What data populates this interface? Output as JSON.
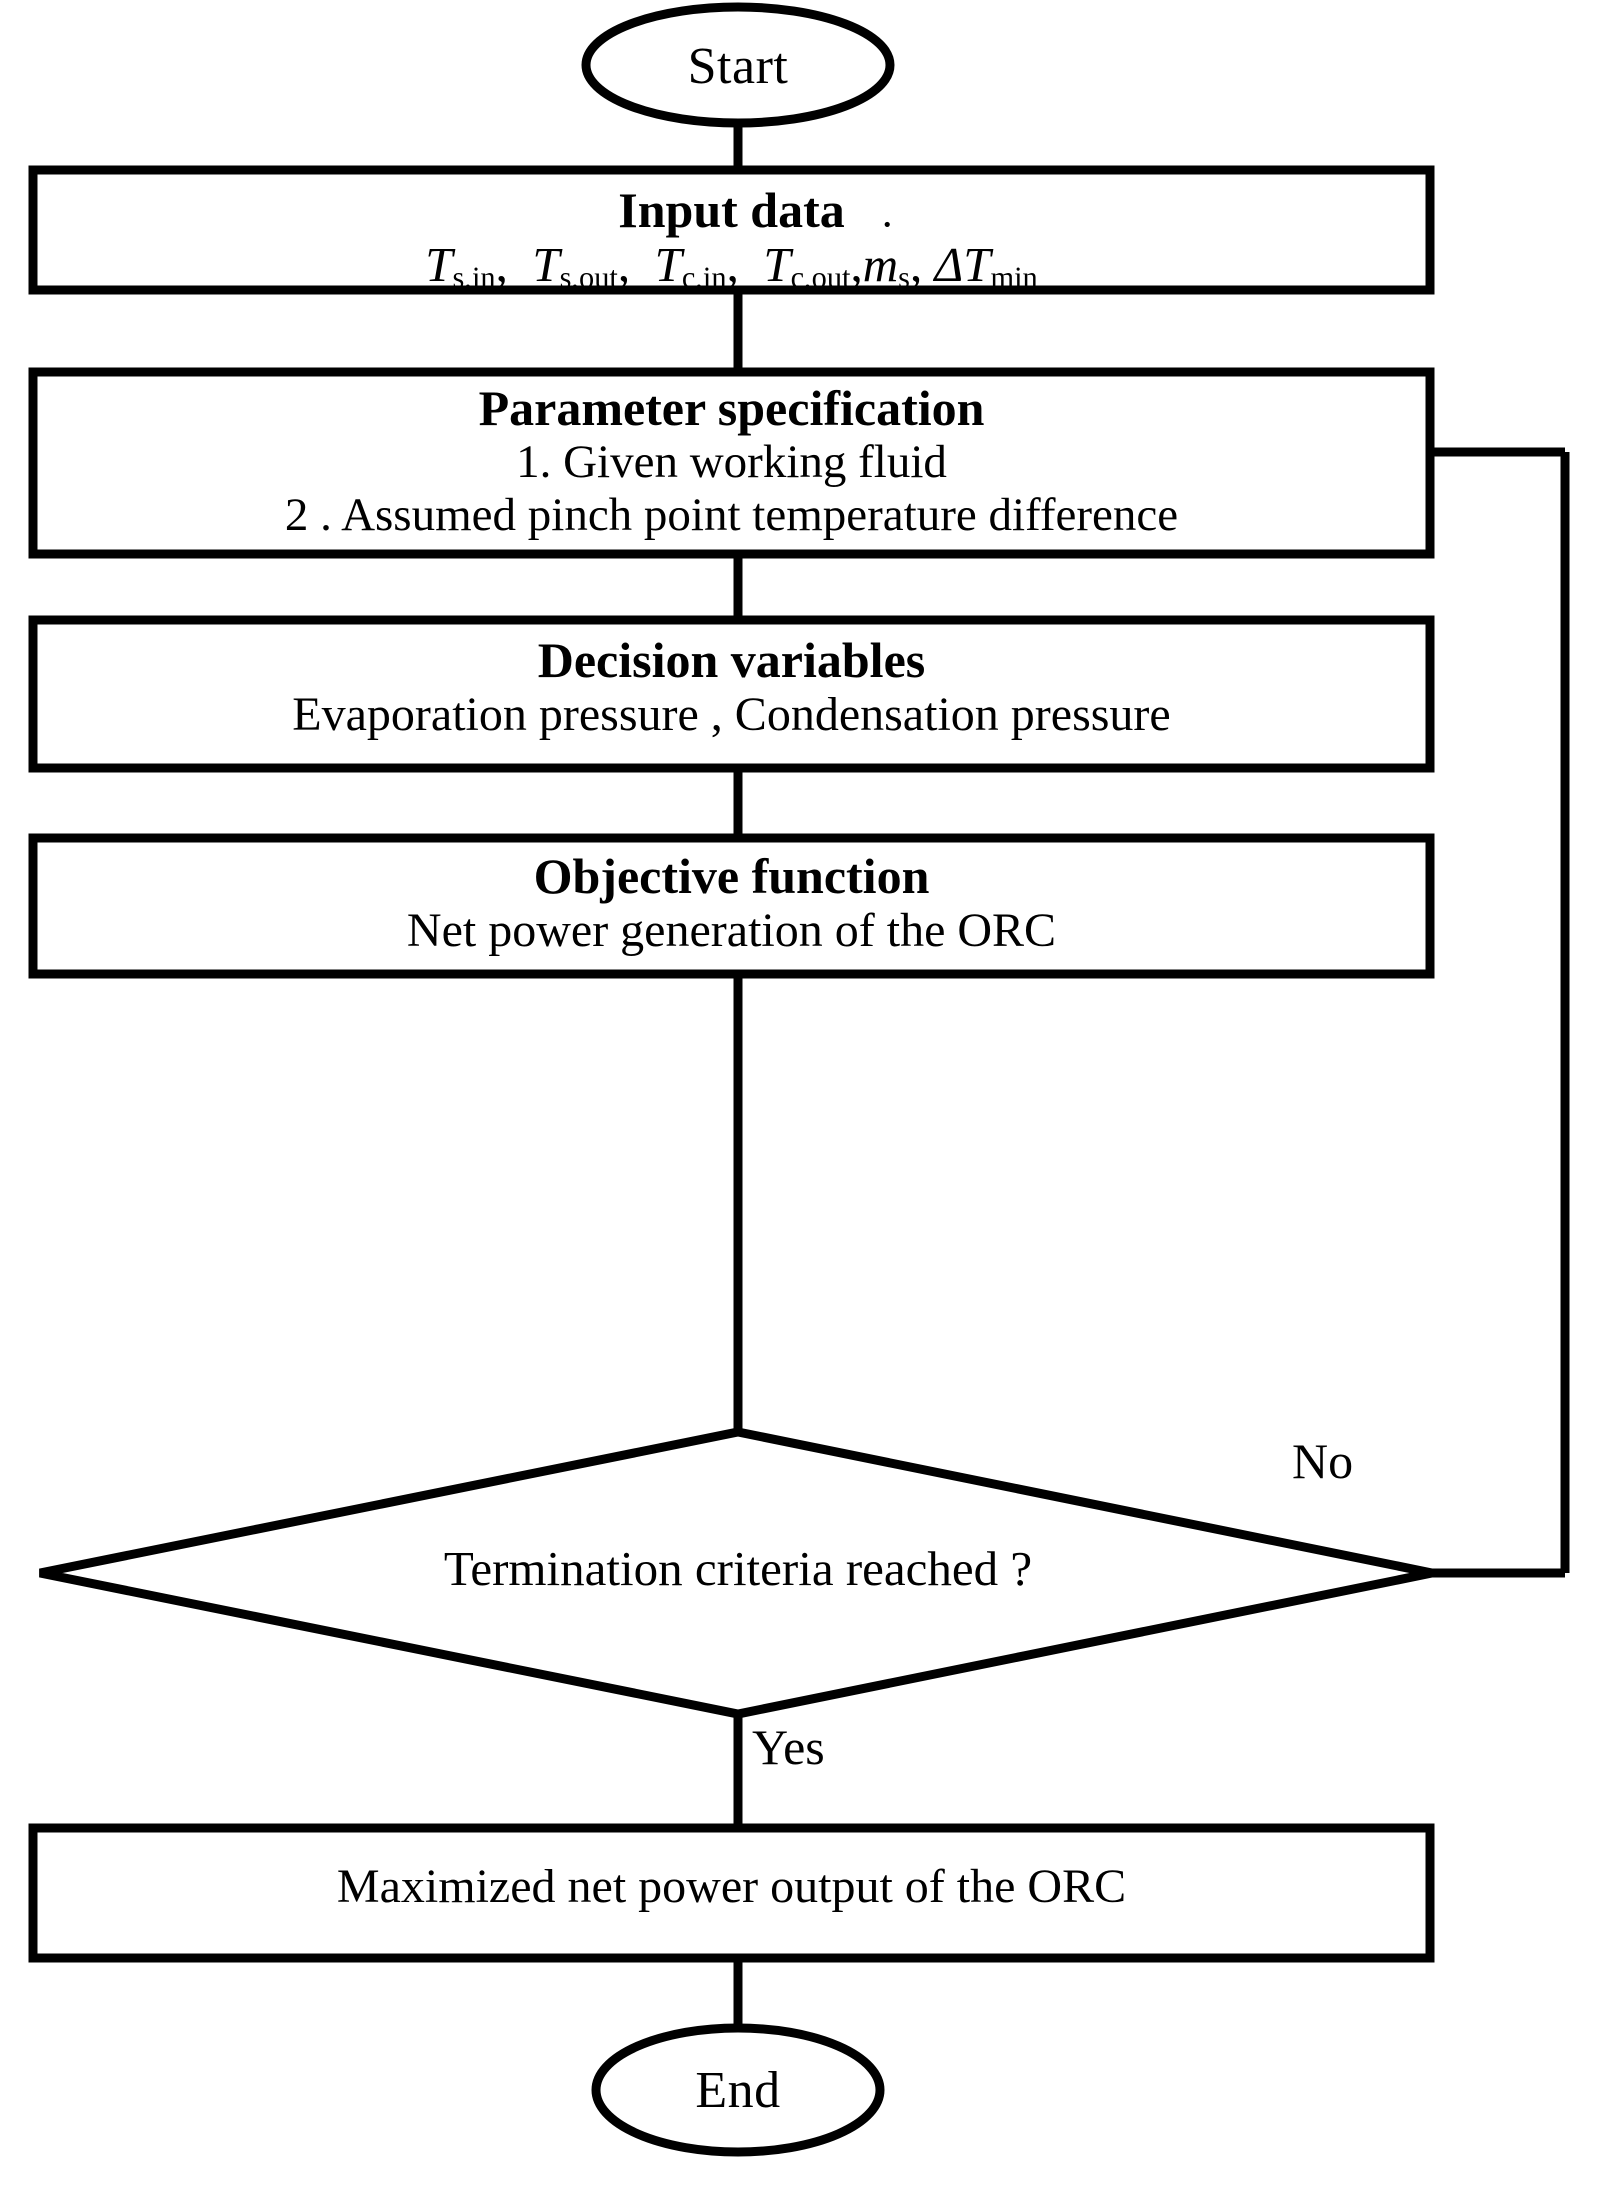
{
  "diagram": {
    "type": "flowchart",
    "title": "ORC optimization procedure flowchart",
    "line_color": "#000000",
    "background_color": "#ffffff"
  },
  "nodes": {
    "start": {
      "shape": "ellipse",
      "label": "Start"
    },
    "input_data": {
      "shape": "process",
      "title": "Input data",
      "formula_parts": {
        "t_s_in": "T",
        "t_s_in_sub": "s,in",
        "t_s_out": "T",
        "t_s_out_sub": "s,out",
        "t_c_in": "T",
        "t_c_in_sub": "c,in",
        "t_c_out": "T",
        "t_c_out_sub": "c,out",
        "m_dot": "m",
        "m_dot_sub": "s",
        "delta_t": "ΔT",
        "delta_t_sub": "min"
      },
      "formula_plain": "Ts,in, Ts,out, Tc,in, Tc,out, ṁs, ΔTmin"
    },
    "parameter_specification": {
      "shape": "process",
      "title": "Parameter specification",
      "items": [
        "1.  Given working fluid",
        "2 .  Assumed pinch point temperature difference"
      ]
    },
    "decision_variables": {
      "shape": "process",
      "title": "Decision variables",
      "body": "Evaporation pressure , Condensation pressure"
    },
    "objective_function": {
      "shape": "process",
      "title": "Objective function",
      "body": "Net power generation of the ORC"
    },
    "termination": {
      "shape": "decision",
      "label": "Termination criteria reached ?"
    },
    "result": {
      "shape": "process",
      "body": "Maximized net power output of the ORC"
    },
    "end": {
      "shape": "ellipse",
      "label": "End"
    }
  },
  "edges": {
    "no_label": "No",
    "yes_label": "Yes"
  }
}
